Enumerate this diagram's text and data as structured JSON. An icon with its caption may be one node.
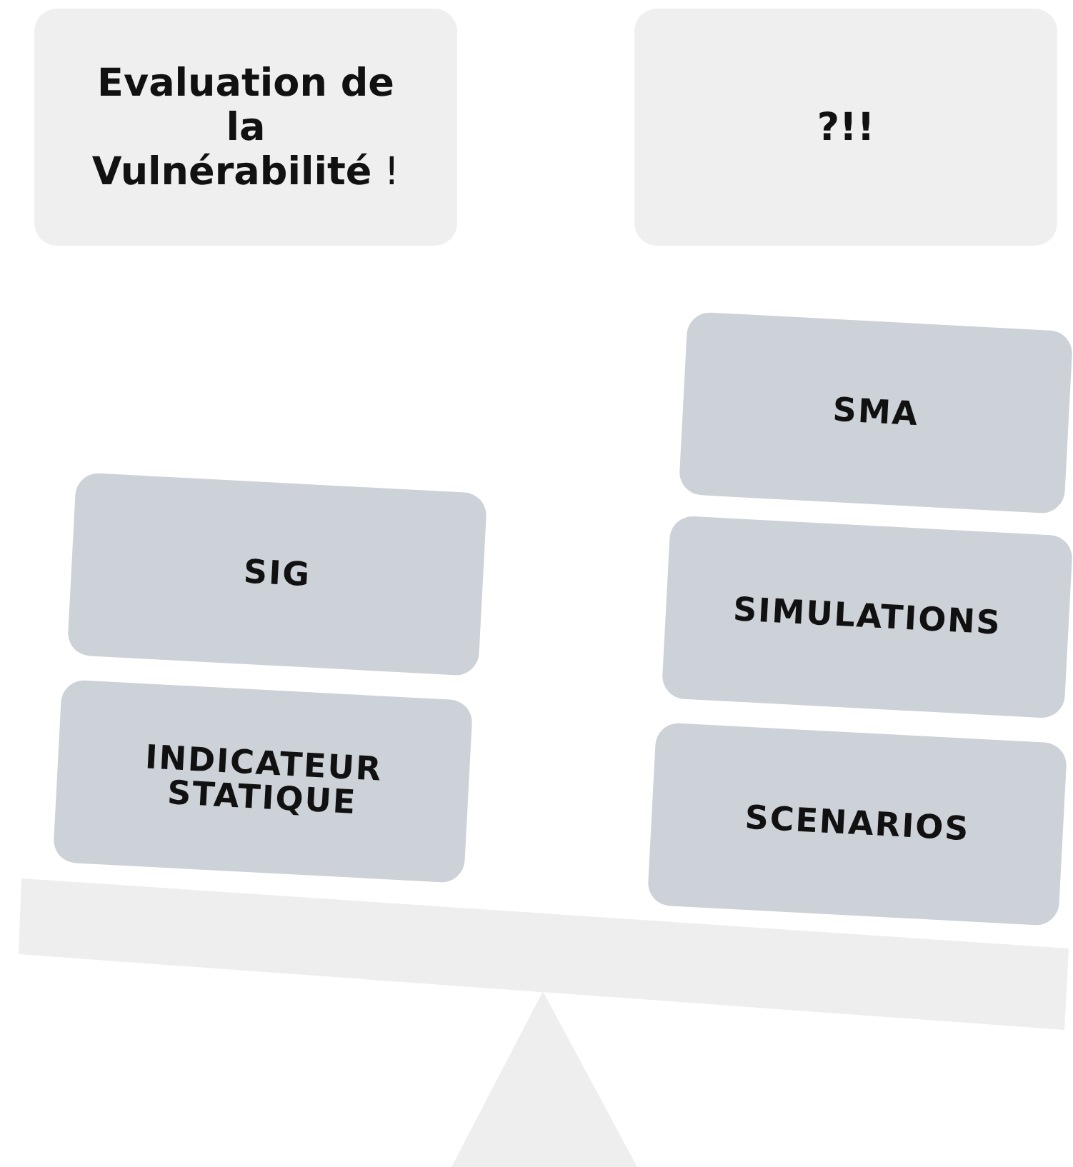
{
  "diagram": {
    "nodes": [
      {
        "text": [
          "**Evaluation de la Vulnérabilité** !"
        ]
      },
      {
        "text": [
          "?!!"
        ]
      },
      {
        "text": [
          "SMA"
        ]
      },
      {
        "text": [
          "SIG"
        ]
      },
      {
        "text": [
          "SIMULATIONS"
        ]
      },
      {
        "text": [
          "INDICATEUR STATIQUE"
        ]
      },
      {
        "text": [
          "SCENARIOS"
        ]
      }
    ]
  }
}
